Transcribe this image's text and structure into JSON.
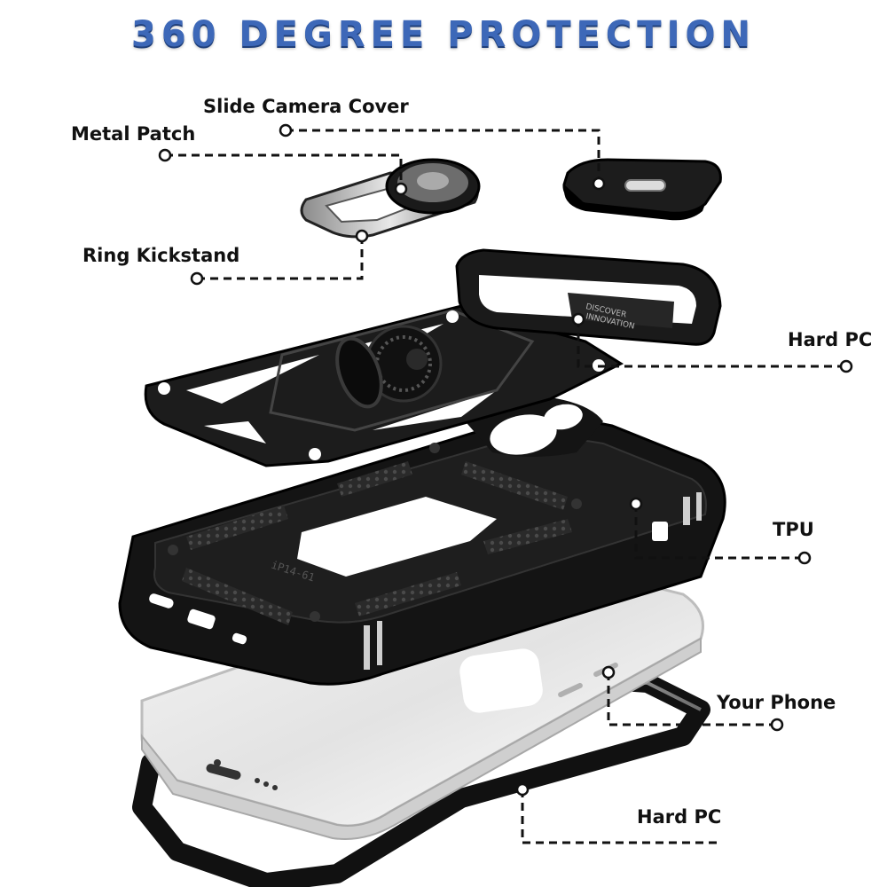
{
  "headline": "360 DEGREE PROTECTION",
  "callouts": {
    "slide_camera_cover": "Slide Camera Cover",
    "metal_patch": "Metal Patch",
    "ring_kickstand": "Ring Kickstand",
    "hard_pc_top": "Hard PC",
    "tpu": "TPU",
    "your_phone": "Your Phone",
    "hard_pc_bottom": "Hard PC"
  },
  "engraving": {
    "model": "iP14-61",
    "brand_line1": "DISCOVER",
    "brand_line2": "INNOVATION"
  },
  "colors": {
    "headline_blue": "#3d68b8",
    "case_black": "#141414",
    "leader_line": "#111111"
  }
}
